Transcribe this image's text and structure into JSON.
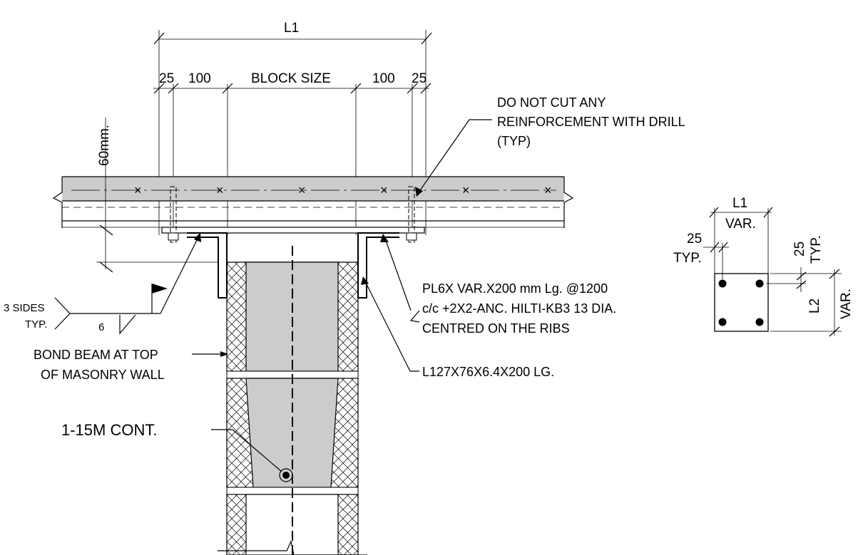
{
  "dimensions": {
    "overall": "L1",
    "edge_left": "25",
    "gauge_left": "100",
    "block_size": "BLOCK SIZE",
    "gauge_right": "100",
    "edge_right": "25",
    "slab_depth": "60mm."
  },
  "notes": {
    "drill_line1": "DO NOT CUT ANY",
    "drill_line2": "REINFORCEMENT WITH DRILL",
    "drill_line3": "(TYP)",
    "plate_line1": "PL6X VAR.X200 mm Lg. @1200",
    "plate_line2": "c/c +2X2-ANC. HILTI-KB3 13 DIA.",
    "plate_line3": "CENTRED ON THE RIBS",
    "angle": "L127X76X6.4X200 LG.",
    "bond_line1": "BOND BEAM AT TOP",
    "bond_line2": "OF MASONRY WALL",
    "rebar": "1-15M CONT."
  },
  "weld": {
    "sides_line1": "3 SIDES",
    "sides_line2": "TYP.",
    "size": "6"
  },
  "plate_detail": {
    "l1": "L1",
    "var_top": "VAR.",
    "edge": "25",
    "edge_typ": "TYP.",
    "edge_v": "25",
    "edge_v_typ": "TYP.",
    "l2": "L2",
    "var_side": "VAR."
  }
}
